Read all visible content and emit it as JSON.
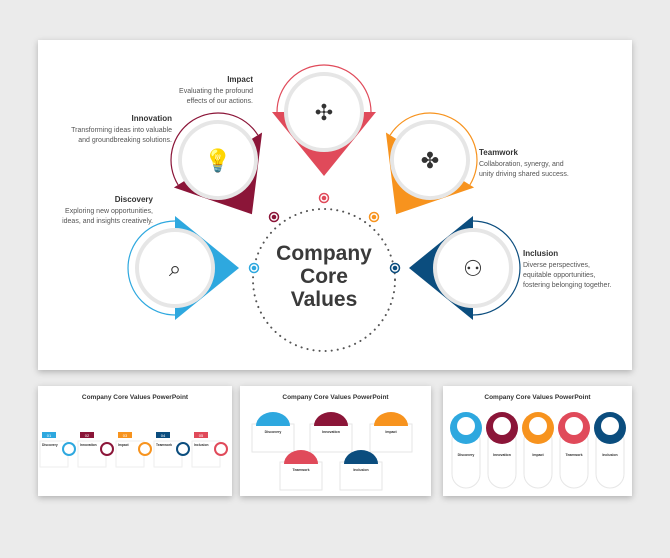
{
  "main_slide": {
    "title_lines": [
      "Company",
      "Core",
      "Values"
    ],
    "values": [
      {
        "name": "Discovery",
        "desc": [
          "Exploring new opportunities,",
          "ideas, and insights creatively."
        ],
        "color": "#2ea8df",
        "icon": "magnifier-eye-icon"
      },
      {
        "name": "Innovation",
        "desc": [
          "Transforming ideas into valuable",
          "and groundbreaking solutions."
        ],
        "color": "#8b1538",
        "icon": "lightbulb-gear-icon"
      },
      {
        "name": "Impact",
        "desc": [
          "Evaluating the profound",
          "effects of our actions."
        ],
        "color": "#e04a5a",
        "icon": "gear-arrows-icon"
      },
      {
        "name": "Teamwork",
        "desc": [
          "Collaboration, synergy, and",
          "unity driving shared success."
        ],
        "color": "#f7931e",
        "icon": "hands-together-icon"
      },
      {
        "name": "Inclusion",
        "desc": [
          "Diverse perspectives,",
          "equitable opportunities,",
          "fostering belonging together."
        ],
        "color": "#0b4d7e",
        "icon": "people-circle-icon"
      }
    ]
  },
  "thumbnails": [
    {
      "title": "Company Core Values PowerPoint",
      "numbers": [
        "01",
        "02",
        "03",
        "04",
        "05"
      ]
    },
    {
      "title": "Company Core Values PowerPoint"
    },
    {
      "title": "Company Core Values PowerPoint"
    }
  ]
}
